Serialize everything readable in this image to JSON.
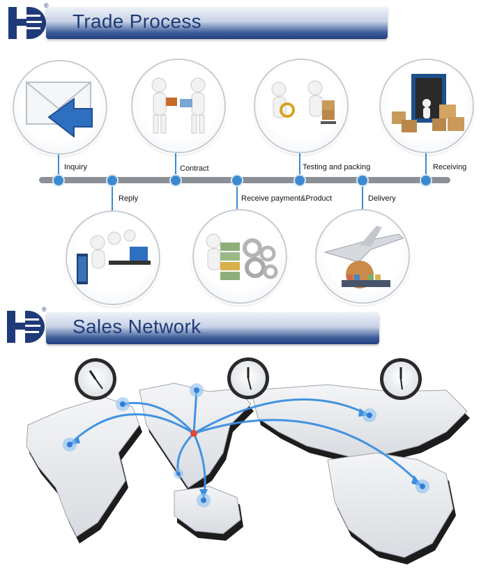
{
  "trade_process": {
    "title": "Trade Process",
    "steps_top": [
      "Inquiry",
      "Contract",
      "Testing and packing",
      "Receiving"
    ],
    "steps_bottom": [
      "Reply",
      "Receive payment&Product",
      "Delivery"
    ]
  },
  "sales_network": {
    "title": "Sales Network"
  },
  "logo": {
    "mark": "®"
  },
  "colors": {
    "brand": "#1f3a78",
    "accent": "#3b8ad1",
    "timeline": "#8b8f96"
  }
}
